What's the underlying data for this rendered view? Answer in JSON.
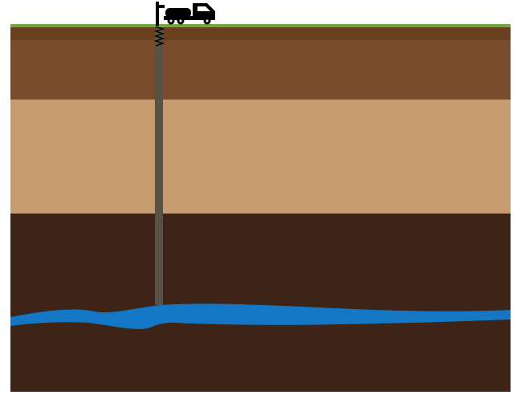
{
  "diagram": {
    "kind": "groundwater well cross-section",
    "layers": [
      {
        "name": "grass",
        "color": "#6cab3c"
      },
      {
        "name": "topsoil",
        "color": "#6a4020"
      },
      {
        "name": "upper-soil",
        "color": "#784c2b"
      },
      {
        "name": "sand",
        "color": "#c59b6f"
      },
      {
        "name": "bedrock",
        "color": "#3d2416"
      },
      {
        "name": "aquifer",
        "color": "#1477c6"
      }
    ],
    "well_casing": {
      "color": "#595145"
    },
    "drill_rig": {
      "icon": "drill-truck-icon",
      "color": "#000000"
    }
  }
}
